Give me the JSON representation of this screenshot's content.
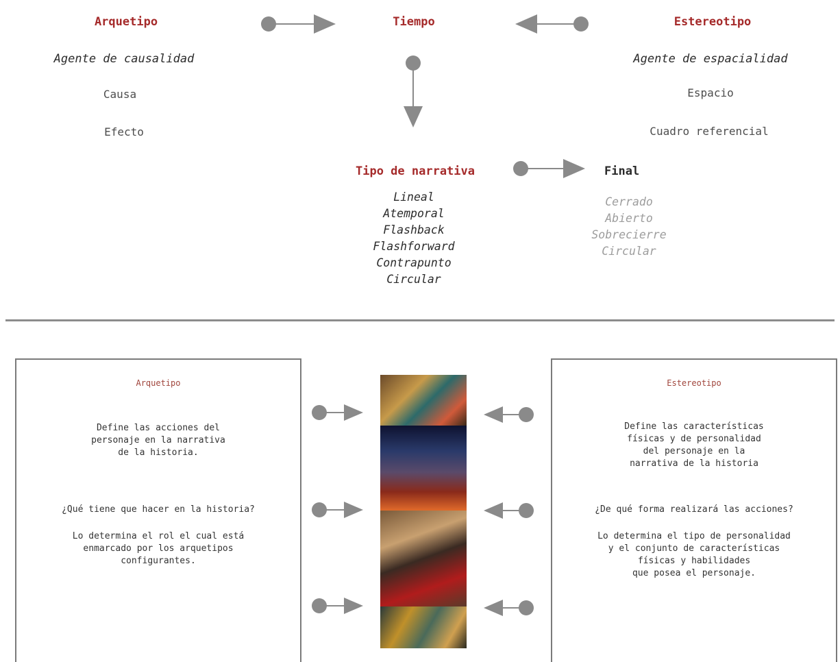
{
  "top": {
    "arquetipo": {
      "title": "Arquetipo",
      "subtitle": "Agente de causalidad",
      "items": [
        "Causa",
        "Efecto"
      ]
    },
    "tiempo": {
      "title": "Tiempo"
    },
    "estereotipo": {
      "title": "Estereotipo",
      "subtitle": "Agente de espacialidad",
      "items": [
        "Espacio",
        "Cuadro referencial"
      ]
    },
    "narrativa": {
      "title": "Tipo de narrativa",
      "items": [
        "Lineal",
        "Atemporal",
        "Flashback",
        "Flashforward",
        "Contrapunto",
        "Circular"
      ]
    },
    "final": {
      "title": "Final",
      "items": [
        "Cerrado",
        "Abierto",
        "Sobrecierre",
        "Circular"
      ]
    }
  },
  "bottom": {
    "left_box": {
      "title": "Arquetipo",
      "definition": [
        "Define las acciones del",
        "personaje en la narrativa",
        "de la historia."
      ],
      "question": "¿Qué tiene que hacer en la historia?",
      "answer": [
        "Lo determina el rol el cual está",
        "enmarcado por los arquetipos",
        "configurantes."
      ]
    },
    "right_box": {
      "title": "Estereotipo",
      "definition": [
        "Define las características",
        "físicas y de personalidad",
        "del personaje en la",
        "narrativa de la historia"
      ],
      "question": "¿De qué forma realizará las acciones?",
      "answer": [
        "Lo determina el tipo de personalidad",
        "y el conjunto de características",
        "físicas y habilidades",
        "que posea el personaje."
      ]
    }
  },
  "colors": {
    "accent_red": "#a52a2a",
    "connector_gray": "#8a8a8a"
  }
}
